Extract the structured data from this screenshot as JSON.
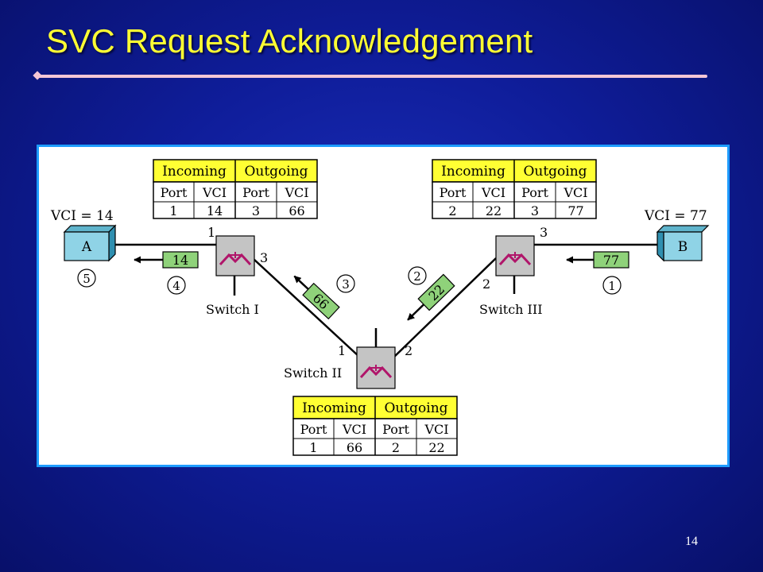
{
  "slide": {
    "title": "SVC Request Acknowledgement",
    "page_number": "14"
  },
  "table_headers": {
    "incoming": "Incoming",
    "outgoing": "Outgoing",
    "port": "Port",
    "vci": "VCI"
  },
  "tables": {
    "switch_1": {
      "in_port": "1",
      "in_vci": "14",
      "out_port": "3",
      "out_vci": "66"
    },
    "switch_2": {
      "in_port": "1",
      "in_vci": "66",
      "out_port": "2",
      "out_vci": "22"
    },
    "switch_3": {
      "in_port": "2",
      "in_vci": "22",
      "out_port": "3",
      "out_vci": "77"
    }
  },
  "endpoints": {
    "a": {
      "label": "A",
      "vci_label": "VCI = 14"
    },
    "b": {
      "label": "B",
      "vci_label": "VCI = 77"
    }
  },
  "switches": {
    "switch_1": {
      "name": "Switch I",
      "port_left": "1",
      "port_right": "3"
    },
    "switch_2": {
      "name": "Switch II",
      "port_left": "1",
      "port_right": "2"
    },
    "switch_3": {
      "name": "Switch III",
      "port_left": "2",
      "port_right": "3"
    }
  },
  "packets": {
    "p1": {
      "vci": "77",
      "step": "1"
    },
    "p2": {
      "vci": "22",
      "step": "2"
    },
    "p3": {
      "vci": "66",
      "step": "3"
    },
    "p4": {
      "vci": "14",
      "step": "4"
    },
    "p5": {
      "step": "5"
    }
  },
  "colors": {
    "table_header_bg": "#ffff33",
    "packet_fill": "#8fd27a",
    "endpoint_fill": "#8fd3e6",
    "switch_fill": "#c4c4c4",
    "switch_symbol": "#b0156a",
    "frame_border": "#1e9cff"
  }
}
